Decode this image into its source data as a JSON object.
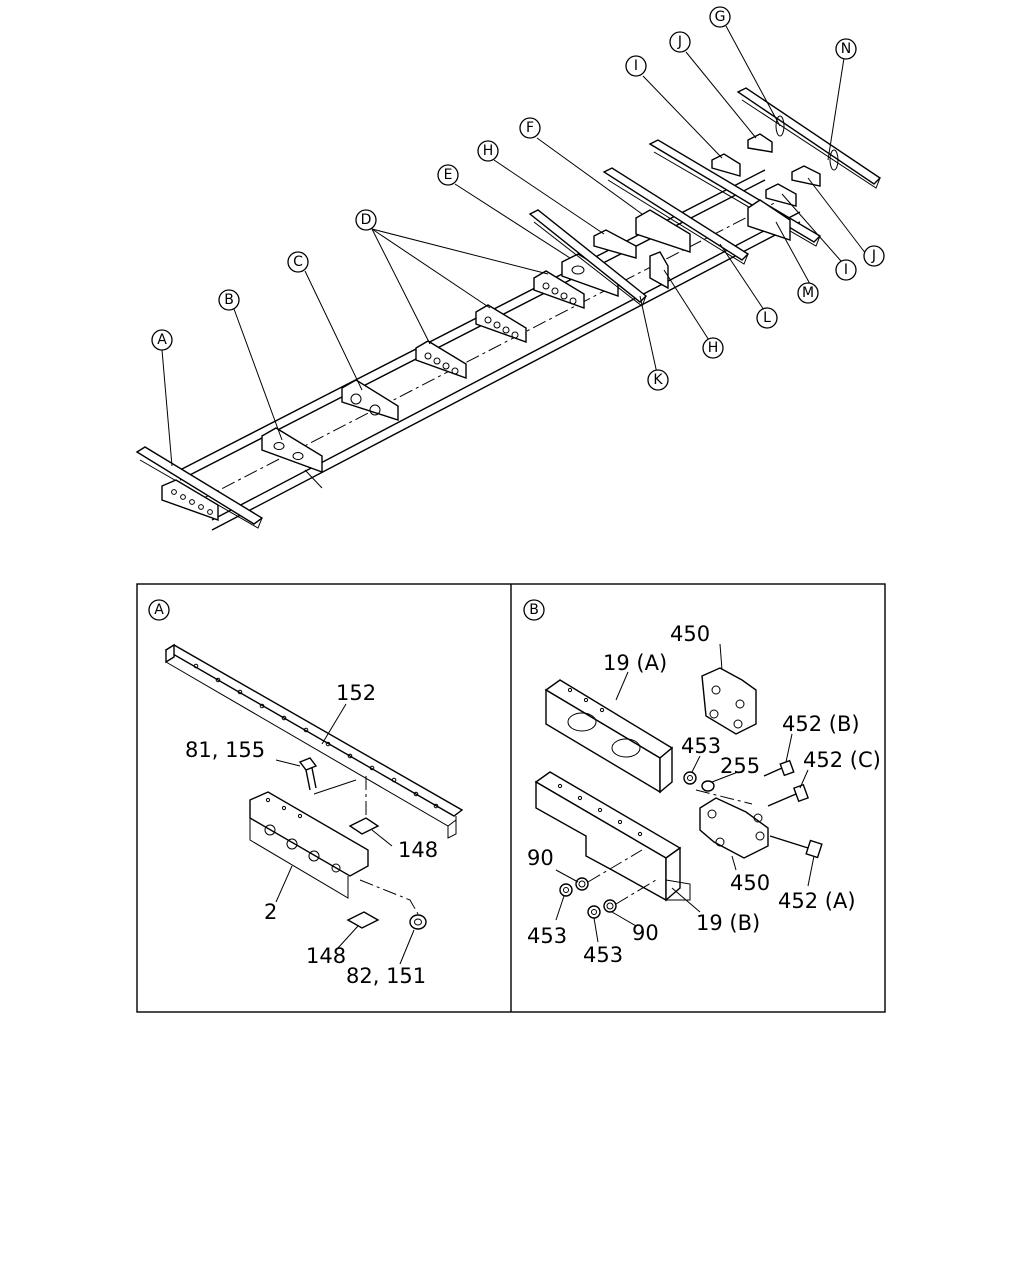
{
  "overview": {
    "callouts": [
      "A",
      "B",
      "C",
      "D",
      "E",
      "F",
      "G",
      "H",
      "I",
      "J",
      "K",
      "L",
      "M",
      "N"
    ]
  },
  "panels": [
    {
      "id": "A",
      "labels": [
        "152",
        "81, 155",
        "148",
        "2",
        "148",
        "82, 151"
      ]
    },
    {
      "id": "B",
      "labels": [
        "450",
        "19 (A)",
        "452 (B)",
        "453",
        "255",
        "452 (C)",
        "90",
        "450",
        "452 (A)",
        "453",
        "90",
        "19 (B)",
        "453"
      ]
    }
  ]
}
